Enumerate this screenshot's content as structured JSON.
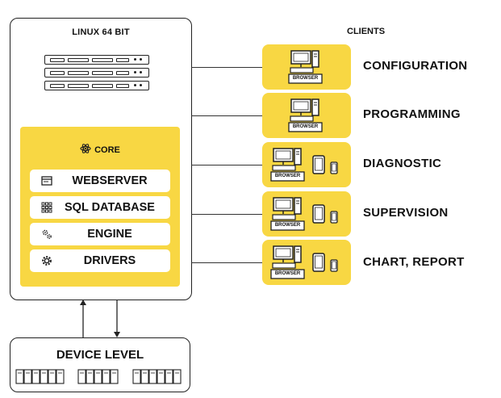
{
  "server": {
    "title": "LINUX 64 BIT",
    "core": {
      "label": "CORE",
      "items": [
        {
          "label": "WEBSERVER",
          "icon": "window-icon"
        },
        {
          "label": "SQL DATABASE",
          "icon": "grid-icon"
        },
        {
          "label": "ENGINE",
          "icon": "gears-icon"
        },
        {
          "label": "DRIVERS",
          "icon": "gear-icon"
        }
      ]
    }
  },
  "clients": {
    "title": "CLIENTS",
    "browser_label": "BROWSER",
    "items": [
      {
        "label": "CONFIGURATION",
        "devices": "desktop"
      },
      {
        "label": "PROGRAMMING",
        "devices": "desktop"
      },
      {
        "label": "DIAGNOSTIC",
        "devices": "desktop-tablet-phone"
      },
      {
        "label": "SUPERVISION",
        "devices": "desktop-tablet-phone"
      },
      {
        "label": "CHART, REPORT",
        "devices": "desktop-tablet-phone"
      }
    ]
  },
  "device_level": {
    "title": "DEVICE LEVEL"
  },
  "colors": {
    "accent": "#F8D743",
    "stroke": "#222222"
  }
}
